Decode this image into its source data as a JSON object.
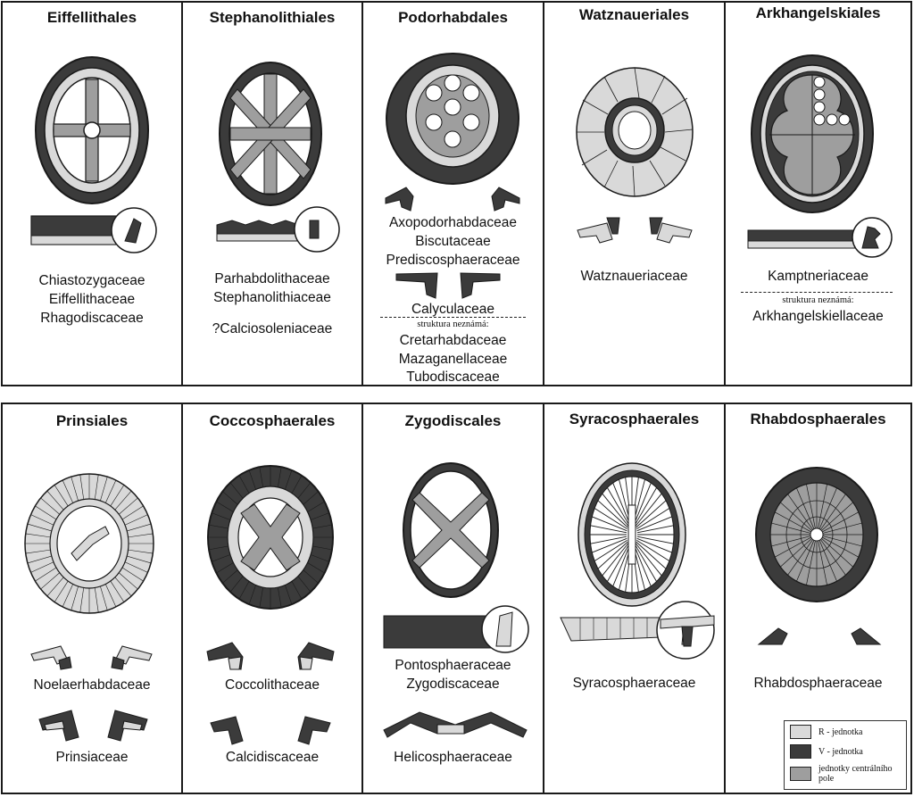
{
  "colors": {
    "r_unit": "#d9d9d9",
    "v_unit": "#3b3b3b",
    "central_field": "#9e9e9e",
    "line": "#1a1a1a"
  },
  "orders": [
    {
      "id": "eiffellithales",
      "title": "Eiffellithales",
      "families": [
        "Chiastozygaceae",
        "Eiffellithaceae",
        "Rhagodiscaceae"
      ]
    },
    {
      "id": "stephanolithiales",
      "title": "Stephanolithiales",
      "families": [
        "Parhabdolithaceae",
        "Stephanolithiaceae"
      ],
      "families_extra": [
        "?Calciosoleniaceae"
      ]
    },
    {
      "id": "podorhabdales",
      "title": "Podorhabdales",
      "families": [
        "Axopodorhabdaceae",
        "Biscutaceae",
        "Prediscosphaeraceae"
      ],
      "families_mid": [
        "Calyculaceae"
      ],
      "unknown_note": "struktura neznámá:",
      "families_unknown": [
        "Cretarhabdaceae",
        "Mazaganellaceae",
        "Tubodiscaceae"
      ]
    },
    {
      "id": "watznaueriales",
      "title": "Watznaueriales",
      "families": [
        "Watznaueriaceae"
      ]
    },
    {
      "id": "arkhangelskiales",
      "title": "Arkhangelskiales",
      "families": [
        "Kamptneriaceae"
      ],
      "unknown_note": "struktura neznámá:",
      "families_unknown": [
        "Arkhangelskiellaceae"
      ]
    },
    {
      "id": "prinsiales",
      "title": "Prinsiales",
      "families": [
        "Noelaerhabdaceae"
      ],
      "families_lower": [
        "Prinsiaceae"
      ]
    },
    {
      "id": "coccosphaerales",
      "title": "Coccosphaerales",
      "families": [
        "Coccolithaceae"
      ],
      "families_lower": [
        "Calcidiscaceae"
      ]
    },
    {
      "id": "zygodiscales",
      "title": "Zygodiscales",
      "families": [
        "Pontosphaeraceae",
        "Zygodiscaceae"
      ],
      "families_lower": [
        "Helicosphaeraceae"
      ]
    },
    {
      "id": "syracosphaerales",
      "title": "Syracosphaerales",
      "families": [
        "Syracosphaeraceae"
      ]
    },
    {
      "id": "rhabdosphaerales",
      "title": "Rhabdosphaerales",
      "families": [
        "Rhabdosphaeraceae"
      ]
    }
  ],
  "legend": [
    {
      "key": "r",
      "label": "R - jednotka"
    },
    {
      "key": "v",
      "label": "V - jednotka"
    },
    {
      "key": "c",
      "label": "jednotky centrálního pole"
    }
  ]
}
